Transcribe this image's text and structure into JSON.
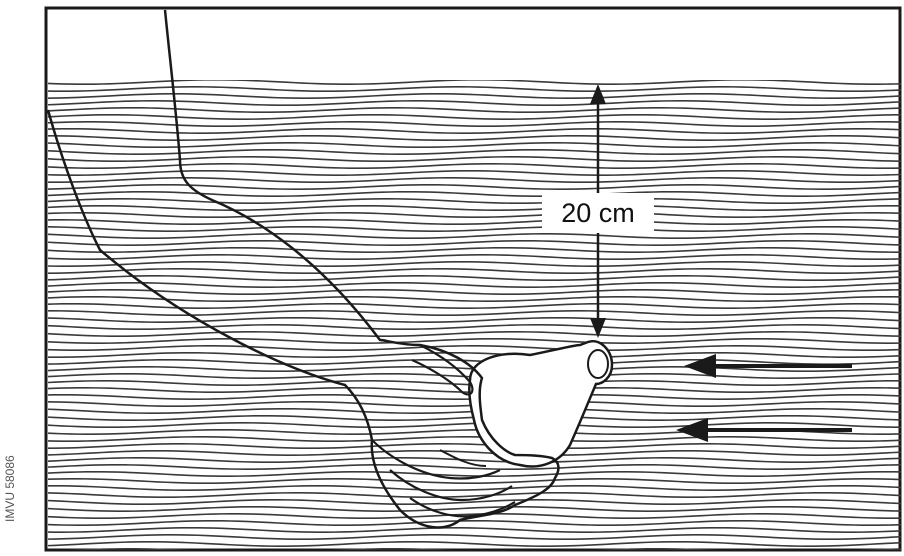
{
  "figure": {
    "depth_label": "20 cm",
    "side_code": "IMVU 58086"
  },
  "colors": {
    "line": "#1a1a1a",
    "water_stripe": "#3a3a3a",
    "background": "#ffffff"
  },
  "icons": {
    "depth_arrow": "double-headed-vertical-arrow",
    "flow_arrows": "left-pointing-arrow"
  }
}
